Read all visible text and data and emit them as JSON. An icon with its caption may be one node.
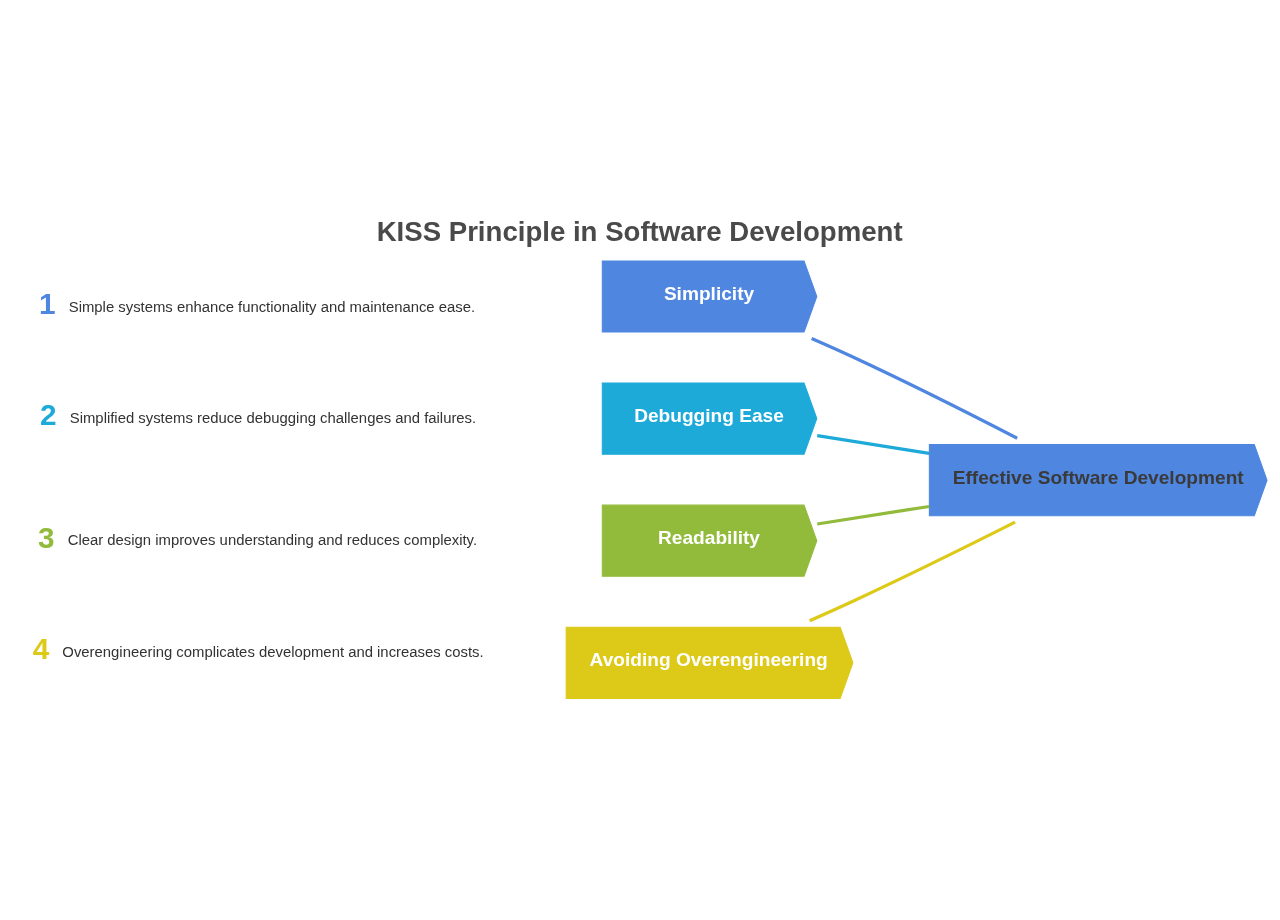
{
  "diagram": {
    "title": "KISS Principle in Software Development",
    "nodes": [
      {
        "text": [
          "Simplicity"
        ],
        "beside": [
          "1",
          "Simple systems enhance functionality and maintenance ease."
        ]
      },
      {
        "text": [
          "Debugging Ease"
        ],
        "beside": [
          "2",
          "Simplified systems reduce debugging challenges and failures."
        ]
      },
      {
        "text": [
          "Readability"
        ],
        "beside": [
          "3",
          "Clear design improves understanding and reduces complexity."
        ]
      },
      {
        "text": [
          "Avoiding Overengineering"
        ],
        "beside": [
          "4",
          "Overengineering complicates development and increases costs."
        ]
      },
      {
        "text": [
          "Effective Software Development"
        ]
      }
    ],
    "edges": [
      {
        "from": 0,
        "to": 4,
        "arrow": "none",
        "color": "#4f86e0"
      },
      {
        "from": 1,
        "to": 4,
        "arrow": "none",
        "color": "#1eaad9"
      },
      {
        "from": 2,
        "to": 4,
        "arrow": "none",
        "color": "#92bb3c"
      },
      {
        "from": 3,
        "to": 4,
        "arrow": "none",
        "color": "#dcc918"
      }
    ]
  }
}
